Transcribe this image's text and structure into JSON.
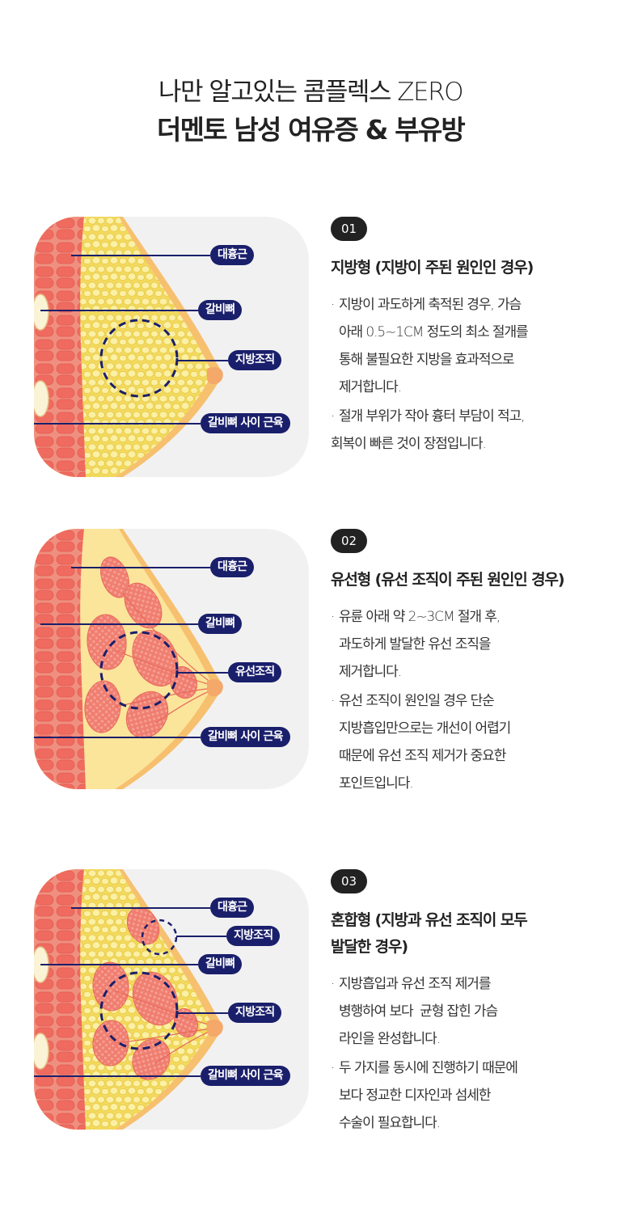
{
  "header": {
    "subtitle": "나만 알고있는 콤플렉스 ZERO",
    "title": "더멘토 남성 여유증 & 부유방"
  },
  "colors": {
    "navy": "#1a1f6b",
    "badge": "#222222",
    "fat_yellow": "#f8e77a",
    "muscle_pink": "#f07a6c",
    "skin_orange": "#f6c06f",
    "panel_gray": "#f1f1f1"
  },
  "sections": [
    {
      "badge": "01",
      "heading": [
        "지방형 (지방이 주된 원인인 경우)"
      ],
      "labels": {
        "a": "대흉근",
        "b": "갈비뼈",
        "c": "지방조직",
        "d": "갈비뼈 사이 근육"
      },
      "bullets": [
        {
          "lines": [
            "지방이 과도하게 축적된 경우, 가슴",
            "아래 0.5~1CM 정도의 최소 절개를",
            "통해 불필요한 지방을 효과적으로",
            "제거합니다."
          ]
        },
        {
          "lines": [
            "절개 부위가 작아 흉터 부담이 적고,",
            "회복이 빠른 것이 장점입니다."
          ]
        }
      ]
    },
    {
      "badge": "02",
      "heading": [
        "유선형 (유선 조직이 주된 원인인 경우)"
      ],
      "labels": {
        "a": "대흉근",
        "b": "갈비뼈",
        "c": "유선조직",
        "d": "갈비뼈 사이 근육"
      },
      "bullets": [
        {
          "lines": [
            "유륜 아래 약 2~3CM 절개 후,",
            "과도하게 발달한 유선 조직을",
            "제거합니다."
          ]
        },
        {
          "lines": [
            "유선 조직이 원인일 경우 단순",
            "지방흡입만으로는 개선이 어렵기",
            "때문에 유선 조직 제거가 중요한",
            "포인트입니다."
          ]
        }
      ]
    },
    {
      "badge": "03",
      "heading": [
        "혼합형 (지방과 유선 조직이 모두",
        "발달한 경우)"
      ],
      "labels": {
        "a": "대흉근",
        "e": "지방조직",
        "b": "갈비뼈",
        "c": "지방조직",
        "d": "갈비뼈 사이 근육"
      },
      "bullets": [
        {
          "lines": [
            "지방흡입과 유선 조직 제거를",
            "병행하여 보다  균형 잡힌 가슴",
            "라인을 완성합니다."
          ]
        },
        {
          "lines": [
            "두 가지를 동시에 진행하기 때문에",
            "보다 정교한 디자인과 섬세한",
            "수술이 필요합니다."
          ]
        }
      ]
    }
  ]
}
